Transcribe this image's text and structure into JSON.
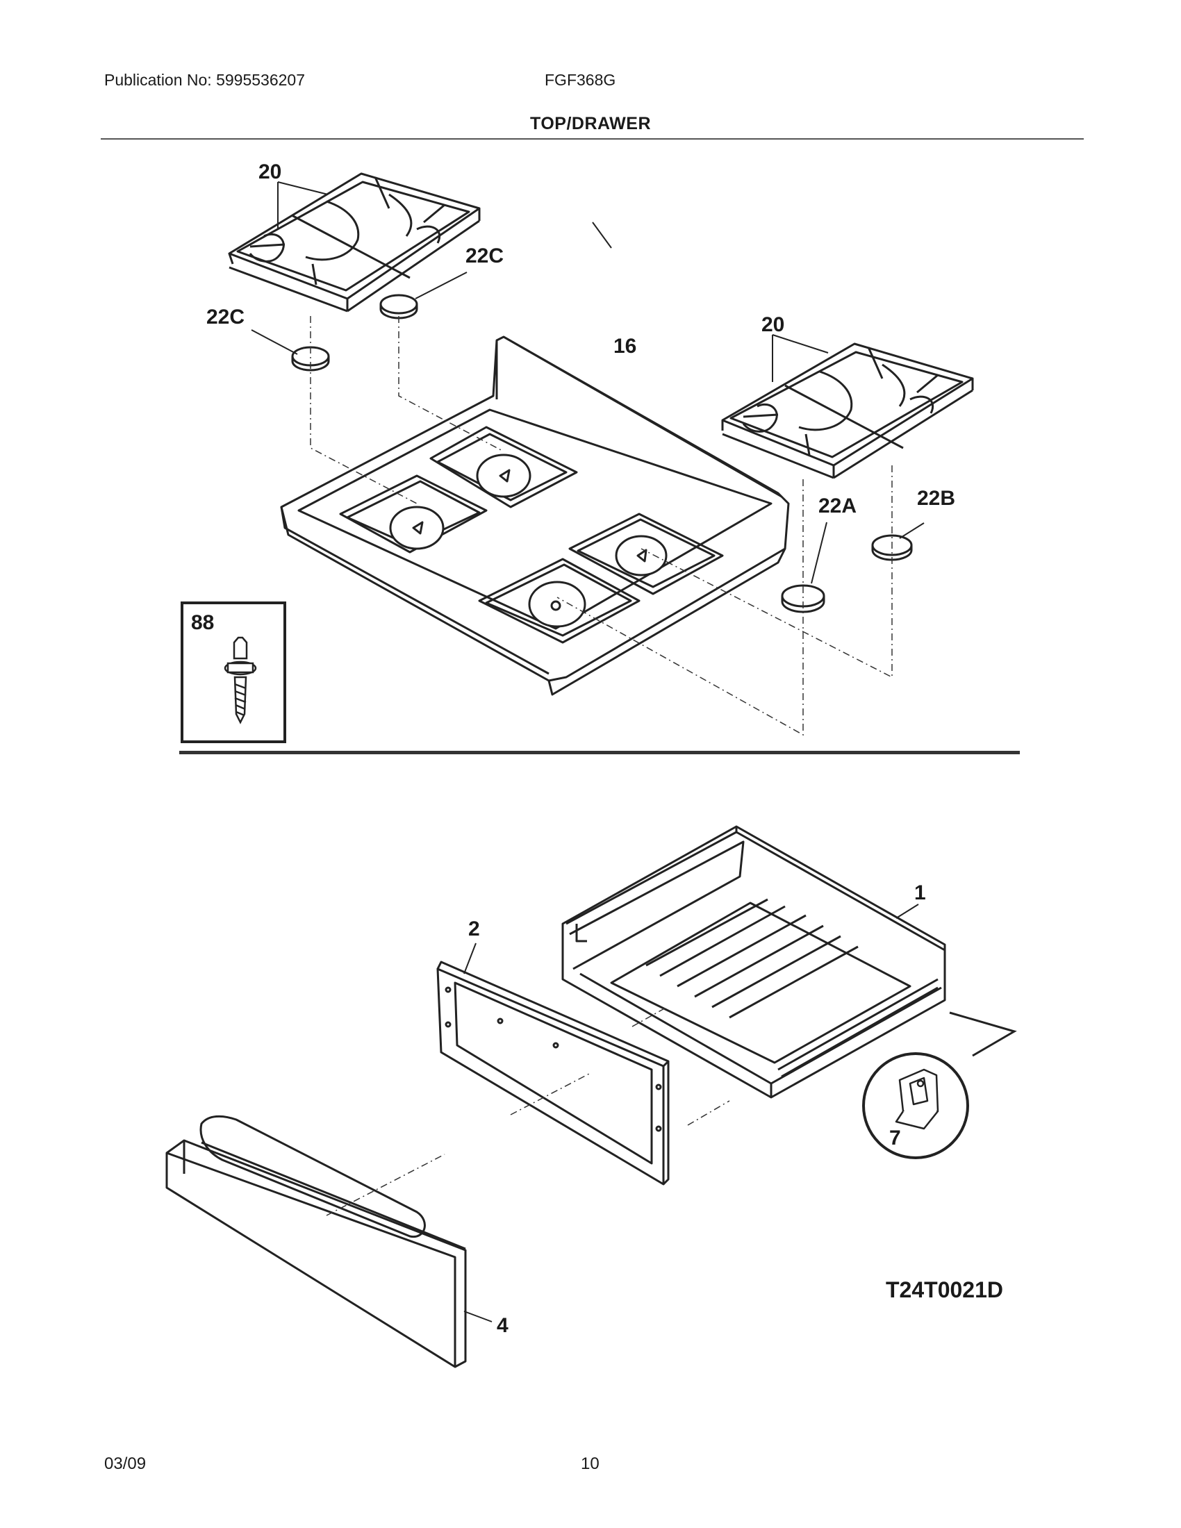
{
  "header": {
    "publication": "Publication No: 5995536207",
    "model": "FGF368G",
    "section_title": "TOP/DRAWER"
  },
  "callouts": {
    "grate_left": "20",
    "grate_right": "20",
    "cap_22c_upper": "22C",
    "cap_22c_lower": "22C",
    "cooktop": "16",
    "cap_22a": "22A",
    "cap_22b": "22B",
    "stud": "88",
    "drawer_body": "1",
    "drawer_liner": "2",
    "drawer_front": "4",
    "clip": "7"
  },
  "diagram_code": "T24T0021D",
  "footer": {
    "date": "03/09",
    "page": "10"
  }
}
